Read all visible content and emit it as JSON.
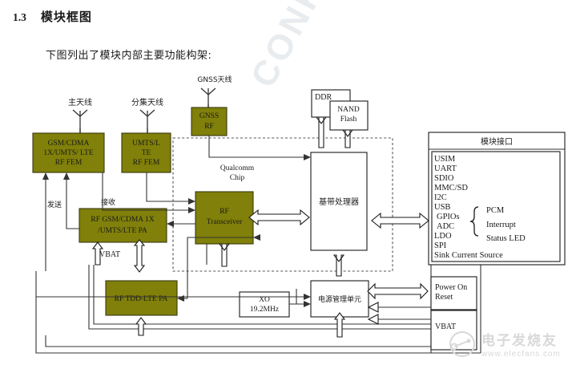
{
  "header": {
    "number": "1.3",
    "title": "模块框图"
  },
  "intro": "下图列出了模块内部主要功能构架:",
  "antennas": [
    {
      "name": "main-antenna",
      "label": "主天线"
    },
    {
      "name": "diversity-antenna",
      "label": "分集天线"
    },
    {
      "name": "gnss-antenna",
      "label": "GNSS天线"
    }
  ],
  "blocks": {
    "rf_fem_main": "GSM/CDMA\n1X/UMTS/ LTE\nRF FEM",
    "rf_fem_main_lines": [
      "GSM/CDMA",
      "1X/UMTS/ LTE",
      "RF FEM"
    ],
    "rf_fem_div_lines": [
      "UMTS/L",
      "TE",
      "RF FEM"
    ],
    "gnss_rf_lines": [
      "GNSS",
      "RF"
    ],
    "ddr": "DDR",
    "nand_lines": [
      "NAND",
      "Flash"
    ],
    "baseband": "基带处理器",
    "rf_transceiver_lines": [
      "RF",
      "Transceiver"
    ],
    "pa_main_lines": [
      "RF GSM/CDMA 1X",
      "/UMTS/LTE PA"
    ],
    "pa_tdd": "RF TDD-LTE PA",
    "xo_lines": [
      "XO",
      "19.2MHz"
    ],
    "pmu": "电源管理单元",
    "power_on_reset_lines": [
      "Power On",
      "Reset"
    ],
    "vbat_block": "VBAT"
  },
  "labels": {
    "qualcomm_chip_lines": [
      "Qualcomm",
      "Chip"
    ],
    "transmit": "发送",
    "receive": "接收",
    "vbat": "VBAT"
  },
  "interface_panel": {
    "title": "模块接口",
    "items": [
      "USIM",
      "UART",
      "SDIO",
      "MMC/SD",
      "I2C",
      "USB",
      "GPIOs",
      "ADC",
      "LDO",
      "SPI",
      "Sink Current Source"
    ],
    "brace_items": [
      "PCM",
      "Interrupt",
      "Status LED"
    ]
  },
  "watermarks": {
    "diagonal": "CONFIDENTIAL FILE",
    "site_cn": "电子发烧友",
    "site_url": "www.elecfans.com"
  },
  "colors": {
    "block_fill": "#80800a",
    "line": "#333333",
    "watermark": "#e9ecef"
  }
}
